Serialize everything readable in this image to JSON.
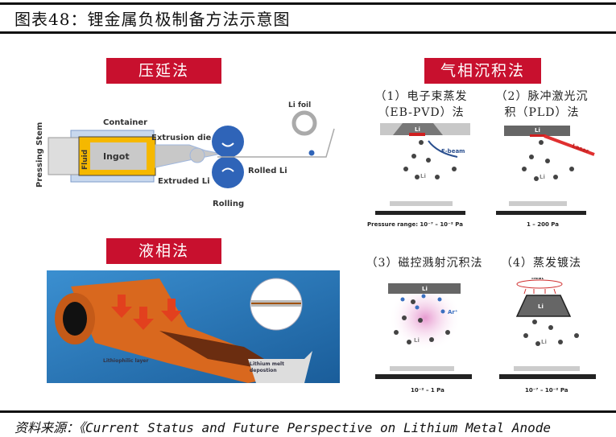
{
  "title": "图表48：锂金属负极制备方法示意图",
  "sections": {
    "rolling": {
      "banner": "压延法",
      "labels": {
        "container": "Container",
        "pressing_stem": "Pressing Stem",
        "fluid": "Fluid",
        "ingot": "Ingot",
        "extrusion_die": "Extrusion die",
        "extruded_li": "Extruded Li",
        "rolling": "Rolling",
        "rolled_li": "Rolled Li",
        "li_foil": "Li foil"
      }
    },
    "liquid": {
      "banner": "液相法",
      "labels": {
        "lithiophilic": "Lithiophilic layer",
        "melt_line1": "Lithium melt",
        "melt_line2": "depostion"
      }
    },
    "vapor": {
      "banner": "气相沉积法",
      "panels": [
        {
          "caption_line1": "（1）电子束蒸发",
          "caption_line2": "（EB-PVD）法",
          "target": "Li",
          "beam": "E-beam",
          "particle": "Li",
          "pressure": "Pressure range: 10⁻⁷ – 10⁻² Pa"
        },
        {
          "caption_line1": "（2）脉冲激光沉",
          "caption_line2": "积（PLD）法",
          "target": "Li",
          "beam": "Laser",
          "particle": "Li",
          "pressure": "1 – 200 Pa"
        },
        {
          "caption_line1": "（3）磁控溅射沉积法",
          "target": "Li",
          "ion": "Ar⁺",
          "particle": "Li",
          "pressure": "10⁻² – 1 Pa"
        },
        {
          "caption_line1": "（4）蒸发镀法",
          "target": "Li",
          "heat": "heat",
          "particle": "Li",
          "pressure": "10⁻⁷ – 10⁻² Pa"
        }
      ]
    }
  },
  "source": "资料来源：《Current Status and Future Perspective on Lithium Metal Anode",
  "colors": {
    "banner": "#c8102e",
    "roller": "#2f64b8",
    "foil": "#d9681e",
    "background_blue": "#2a78b8"
  }
}
